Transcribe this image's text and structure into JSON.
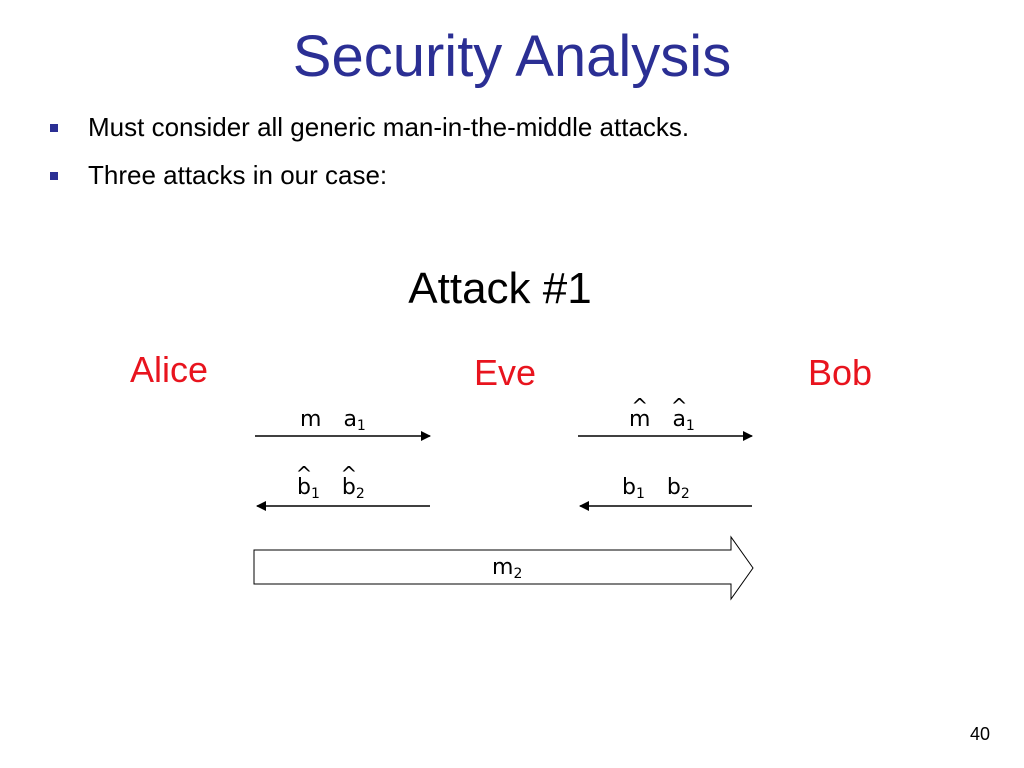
{
  "slide": {
    "title": "Security Analysis",
    "bullets": [
      "Must consider all generic man-in-the-middle attacks.",
      "Three attacks in our case:"
    ],
    "page_number": "40"
  },
  "diagram": {
    "heading": "Attack #1",
    "parties": {
      "left": "Alice",
      "middle": "Eve",
      "right": "Bob"
    },
    "party_color": "#e8141e",
    "title_color": "#2b2f94",
    "messages": {
      "alice_to_eve": {
        "first": "m",
        "second": "a",
        "second_sub": "1"
      },
      "eve_to_bob": {
        "first": "m",
        "second": "a",
        "second_sub": "1"
      },
      "eve_to_alice": {
        "first": "b",
        "first_sub": "1",
        "second": "b",
        "second_sub": "2"
      },
      "bob_to_eve": {
        "first": "b",
        "first_sub": "1",
        "second": "b",
        "second_sub": "2"
      },
      "alice_to_bob_direct": {
        "label": "m",
        "label_sub": "2"
      }
    }
  }
}
